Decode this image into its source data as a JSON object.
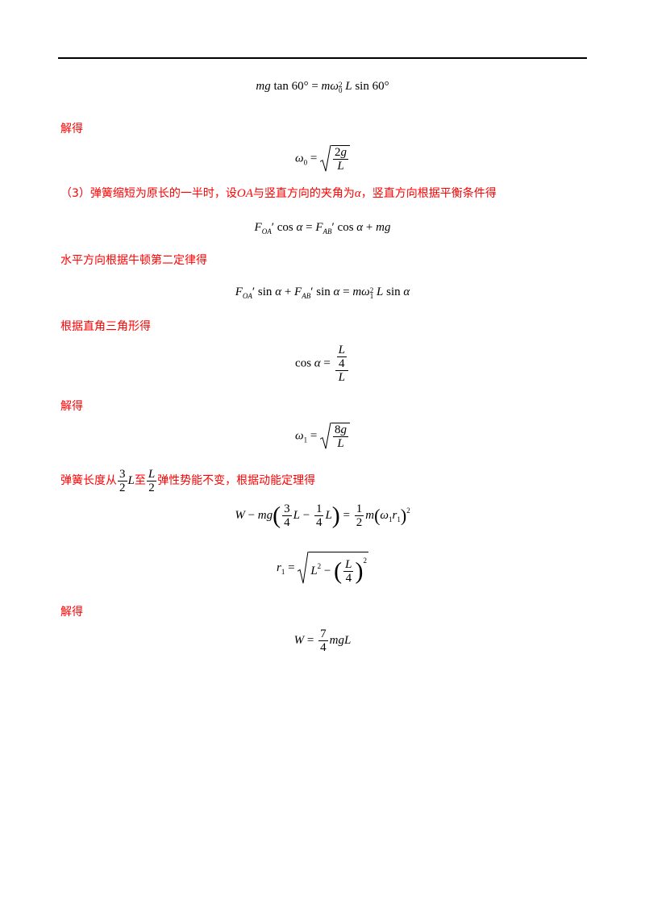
{
  "text": {
    "jiede_1": "解得",
    "part3": "（3）弹簧缩短为原长的一半时，设",
    "part3_OA": "OA",
    "part3_mid": "与竖直方向的夹角为",
    "part3_alpha": "α",
    "part3_end": "，竖直方向根据平衡条件得",
    "horizontal": "水平方向根据牛顿第二定律得",
    "geometry": "根据直角三角形得",
    "jiede_2": "解得",
    "spring_pre": "弹簧长度从",
    "spring_L": "L",
    "spring_to": "至",
    "spring_post": "弹性势能不变，根据动能定理得",
    "jiede_3": "解得"
  },
  "equations": {
    "eq1": "mg tan 60° = mω₀²L sin 60°",
    "eq2": "ω₀ = √(2g/L)",
    "eq3": "F_OA′ cos α = F_AB′ cos α + mg",
    "eq4": "F_OA′ sin α + F_AB′ sin α = mω₁²L sin α",
    "eq5": "cos α = (L/4)/L",
    "eq6": "ω₁ = √(8g/L)",
    "eq7": "W − mg(3/4 L − 1/4 L) = 1/2 m(ω₁r₁)²",
    "eq8": "r₁ = √(L² − (L/4)²)",
    "eq9": "W = 7/4 mgL"
  }
}
